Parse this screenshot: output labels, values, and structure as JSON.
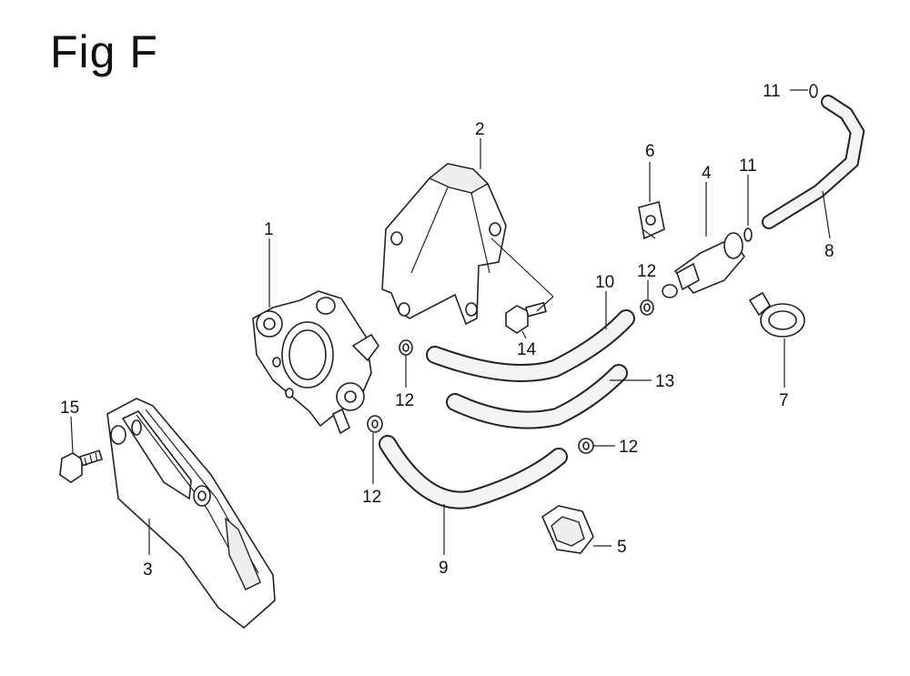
{
  "figure_title": "Fig F",
  "callouts": {
    "c1": "1",
    "c2": "2",
    "c3": "3",
    "c4": "4",
    "c5": "5",
    "c6": "6",
    "c7": "7",
    "c8": "8",
    "c9": "9",
    "c10": "10",
    "c11a": "11",
    "c11b": "11",
    "c12a": "12",
    "c12b": "12",
    "c12c": "12",
    "c12d": "12",
    "c13": "13",
    "c14": "14",
    "c15": "15"
  }
}
